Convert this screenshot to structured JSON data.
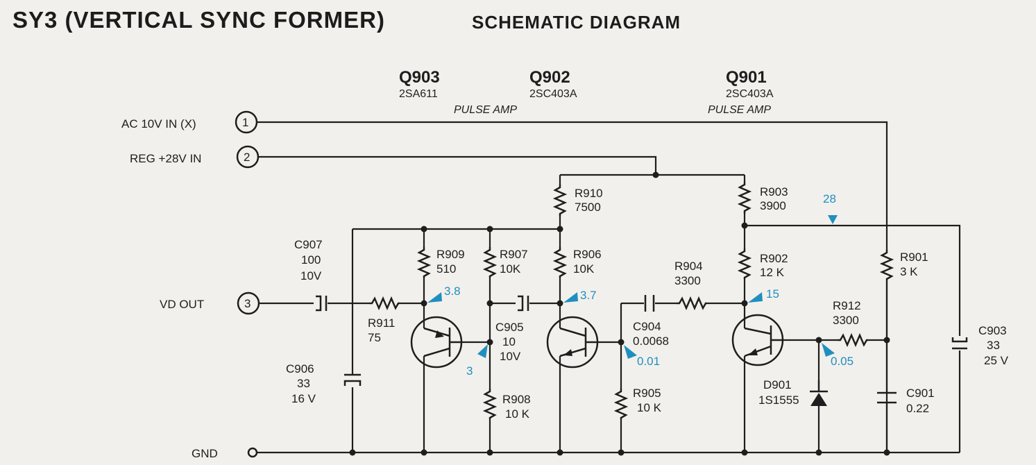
{
  "title": "SY3 (VERTICAL SYNC FORMER)",
  "subtitle": "SCHEMATIC DIAGRAM",
  "terminals": [
    {
      "num": "1",
      "label": "AC 10V IN (X)"
    },
    {
      "num": "2",
      "label": "REG +28V IN"
    },
    {
      "num": "3",
      "label": "VD OUT"
    },
    {
      "label": "GND"
    }
  ],
  "transistors": [
    {
      "ref": "Q903",
      "part": "2SA611",
      "function": "PULSE AMP"
    },
    {
      "ref": "Q902",
      "part": "2SC403A",
      "function": "PULSE AMP"
    },
    {
      "ref": "Q901",
      "part": "2SC403A",
      "function": "PULSE AMP"
    }
  ],
  "resistors": [
    {
      "ref": "R910",
      "value": "7500"
    },
    {
      "ref": "R903",
      "value": "3900"
    },
    {
      "ref": "R909",
      "value": "510"
    },
    {
      "ref": "R907",
      "value": "10K"
    },
    {
      "ref": "R906",
      "value": "10K"
    },
    {
      "ref": "R904",
      "value": "3300"
    },
    {
      "ref": "R902",
      "value": "12 K"
    },
    {
      "ref": "R901",
      "value": "3 K"
    },
    {
      "ref": "R911",
      "value": "75"
    },
    {
      "ref": "R912",
      "value": "3300"
    },
    {
      "ref": "R908",
      "value": "10 K"
    },
    {
      "ref": "R905",
      "value": "10 K"
    }
  ],
  "capacitors": [
    {
      "ref": "C907",
      "value": "100",
      "voltage": "10V"
    },
    {
      "ref": "C905",
      "value": "10",
      "voltage": "10V"
    },
    {
      "ref": "C904",
      "value": "0.0068"
    },
    {
      "ref": "C906",
      "value": "33",
      "voltage": "16 V"
    },
    {
      "ref": "C903",
      "value": "33",
      "voltage": "25 V"
    },
    {
      "ref": "C901",
      "value": "0.22"
    }
  ],
  "diodes": [
    {
      "ref": "D901",
      "part": "1S1555"
    }
  ],
  "voltages": [
    "28",
    "3.8",
    "3.7",
    "15",
    "3",
    "0.01",
    "0.05"
  ]
}
